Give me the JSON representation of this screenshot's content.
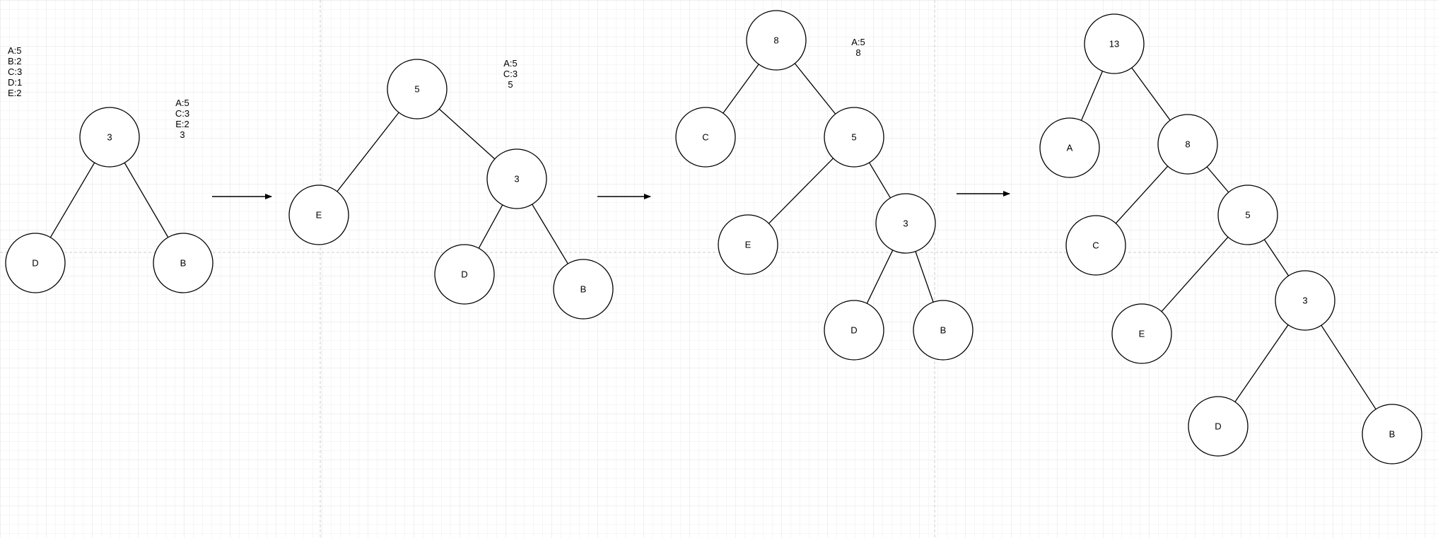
{
  "colors": {
    "grid_minor": "#ececec",
    "grid_major": "#e0e0e0",
    "divider": "#cccccc",
    "stroke": "#000000",
    "background": "#ffffff"
  },
  "notes": [
    {
      "lines": [
        "A:5",
        "B:2",
        "C:3",
        "D:1",
        "E:2"
      ],
      "align": "left"
    },
    {
      "lines": [
        "A:5",
        "C:3",
        "E:2",
        "3"
      ],
      "align": "center"
    },
    {
      "lines": [
        "A:5",
        "C:3",
        "5"
      ],
      "align": "center"
    },
    {
      "lines": [
        "A:5",
        "8"
      ],
      "align": "center"
    }
  ],
  "trees": [
    {
      "nodes": [
        {
          "id": "t1n3",
          "label": "3"
        },
        {
          "id": "t1nD",
          "label": "D"
        },
        {
          "id": "t1nB",
          "label": "B"
        }
      ],
      "edges": [
        [
          "t1n3",
          "t1nD"
        ],
        [
          "t1n3",
          "t1nB"
        ]
      ]
    },
    {
      "nodes": [
        {
          "id": "t2n5",
          "label": "5"
        },
        {
          "id": "t2nE",
          "label": "E"
        },
        {
          "id": "t2n3",
          "label": "3"
        },
        {
          "id": "t2nD",
          "label": "D"
        },
        {
          "id": "t2nB",
          "label": "B"
        }
      ],
      "edges": [
        [
          "t2n5",
          "t2nE"
        ],
        [
          "t2n5",
          "t2n3"
        ],
        [
          "t2n3",
          "t2nD"
        ],
        [
          "t2n3",
          "t2nB"
        ]
      ]
    },
    {
      "nodes": [
        {
          "id": "t3n8",
          "label": "8"
        },
        {
          "id": "t3nC",
          "label": "C"
        },
        {
          "id": "t3n5",
          "label": "5"
        },
        {
          "id": "t3nE",
          "label": "E"
        },
        {
          "id": "t3n3",
          "label": "3"
        },
        {
          "id": "t3nD",
          "label": "D"
        },
        {
          "id": "t3nB",
          "label": "B"
        }
      ],
      "edges": [
        [
          "t3n8",
          "t3nC"
        ],
        [
          "t3n8",
          "t3n5"
        ],
        [
          "t3n5",
          "t3nE"
        ],
        [
          "t3n5",
          "t3n3"
        ],
        [
          "t3n3",
          "t3nD"
        ],
        [
          "t3n3",
          "t3nB"
        ]
      ]
    },
    {
      "nodes": [
        {
          "id": "t4n13",
          "label": "13"
        },
        {
          "id": "t4nA",
          "label": "A"
        },
        {
          "id": "t4n8",
          "label": "8"
        },
        {
          "id": "t4nC",
          "label": "C"
        },
        {
          "id": "t4n5",
          "label": "5"
        },
        {
          "id": "t4nE",
          "label": "E"
        },
        {
          "id": "t4n3",
          "label": "3"
        },
        {
          "id": "t4nD",
          "label": "D"
        },
        {
          "id": "t4nB",
          "label": "B"
        }
      ],
      "edges": [
        [
          "t4n13",
          "t4nA"
        ],
        [
          "t4n13",
          "t4n8"
        ],
        [
          "t4n8",
          "t4nC"
        ],
        [
          "t4n8",
          "t4n5"
        ],
        [
          "t4n5",
          "t4nE"
        ],
        [
          "t4n5",
          "t4n3"
        ],
        [
          "t4n3",
          "t4nD"
        ],
        [
          "t4n3",
          "t4nB"
        ]
      ]
    }
  ],
  "arrows": [
    {
      "icon": "right-arrow-icon"
    },
    {
      "icon": "right-arrow-icon"
    },
    {
      "icon": "right-arrow-icon"
    }
  ]
}
